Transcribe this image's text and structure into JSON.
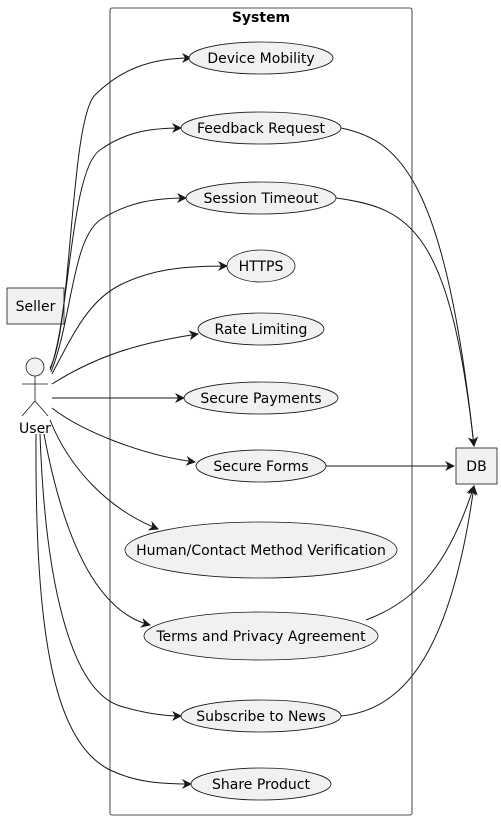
{
  "system": {
    "title": "System"
  },
  "actors": {
    "user": "User",
    "seller": "Seller",
    "db": "DB"
  },
  "use_cases": [
    "Device Mobility",
    "Feedback Request",
    "Session Timeout",
    "HTTPS",
    "Rate Limiting",
    "Secure Payments",
    "Secure Forms",
    "Human/Contact Method Verification",
    "Terms and Privacy Agreement",
    "Subscribe to News",
    "Share Product"
  ],
  "user_links": [
    0,
    1,
    2,
    3,
    4,
    5,
    6,
    7,
    8,
    9,
    10
  ],
  "db_links": [
    1,
    2,
    6,
    8,
    9
  ],
  "colors": {
    "fill": "#f1f1f1",
    "stroke": "#181818",
    "background": "#ffffff"
  }
}
